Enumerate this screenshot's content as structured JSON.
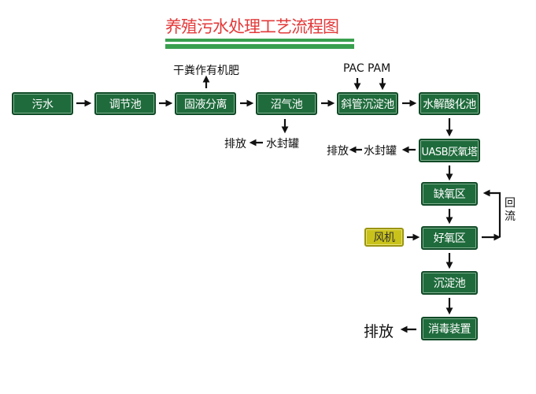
{
  "title": "养殖污水处理工艺流程图",
  "boxes": {
    "wushui": "污水",
    "tiaojie": "调节池",
    "guye": "固液分离",
    "zhaoqi": "沼气池",
    "xieguan": "斜管沉淀池",
    "shuijie": "水解酸化池",
    "uasb": "UASB厌氧塔",
    "queyang": "缺氧区",
    "haoyang": "好氧区",
    "chendian": "沉淀池",
    "xiaodu": "消毒装置",
    "fengji": "风机"
  },
  "labels": {
    "fertilizer": "干粪作有机肥",
    "pac": "PAC",
    "pam": "PAM",
    "seal1": "水封罐",
    "discharge1": "排放",
    "seal2": "水封罐",
    "discharge2": "排放",
    "reflux": "回流",
    "discharge3": "排放"
  },
  "colors": {
    "box_green": "#1f6b3c",
    "title_red": "#e33a3a",
    "fan_yellow": "#c9c21a"
  }
}
